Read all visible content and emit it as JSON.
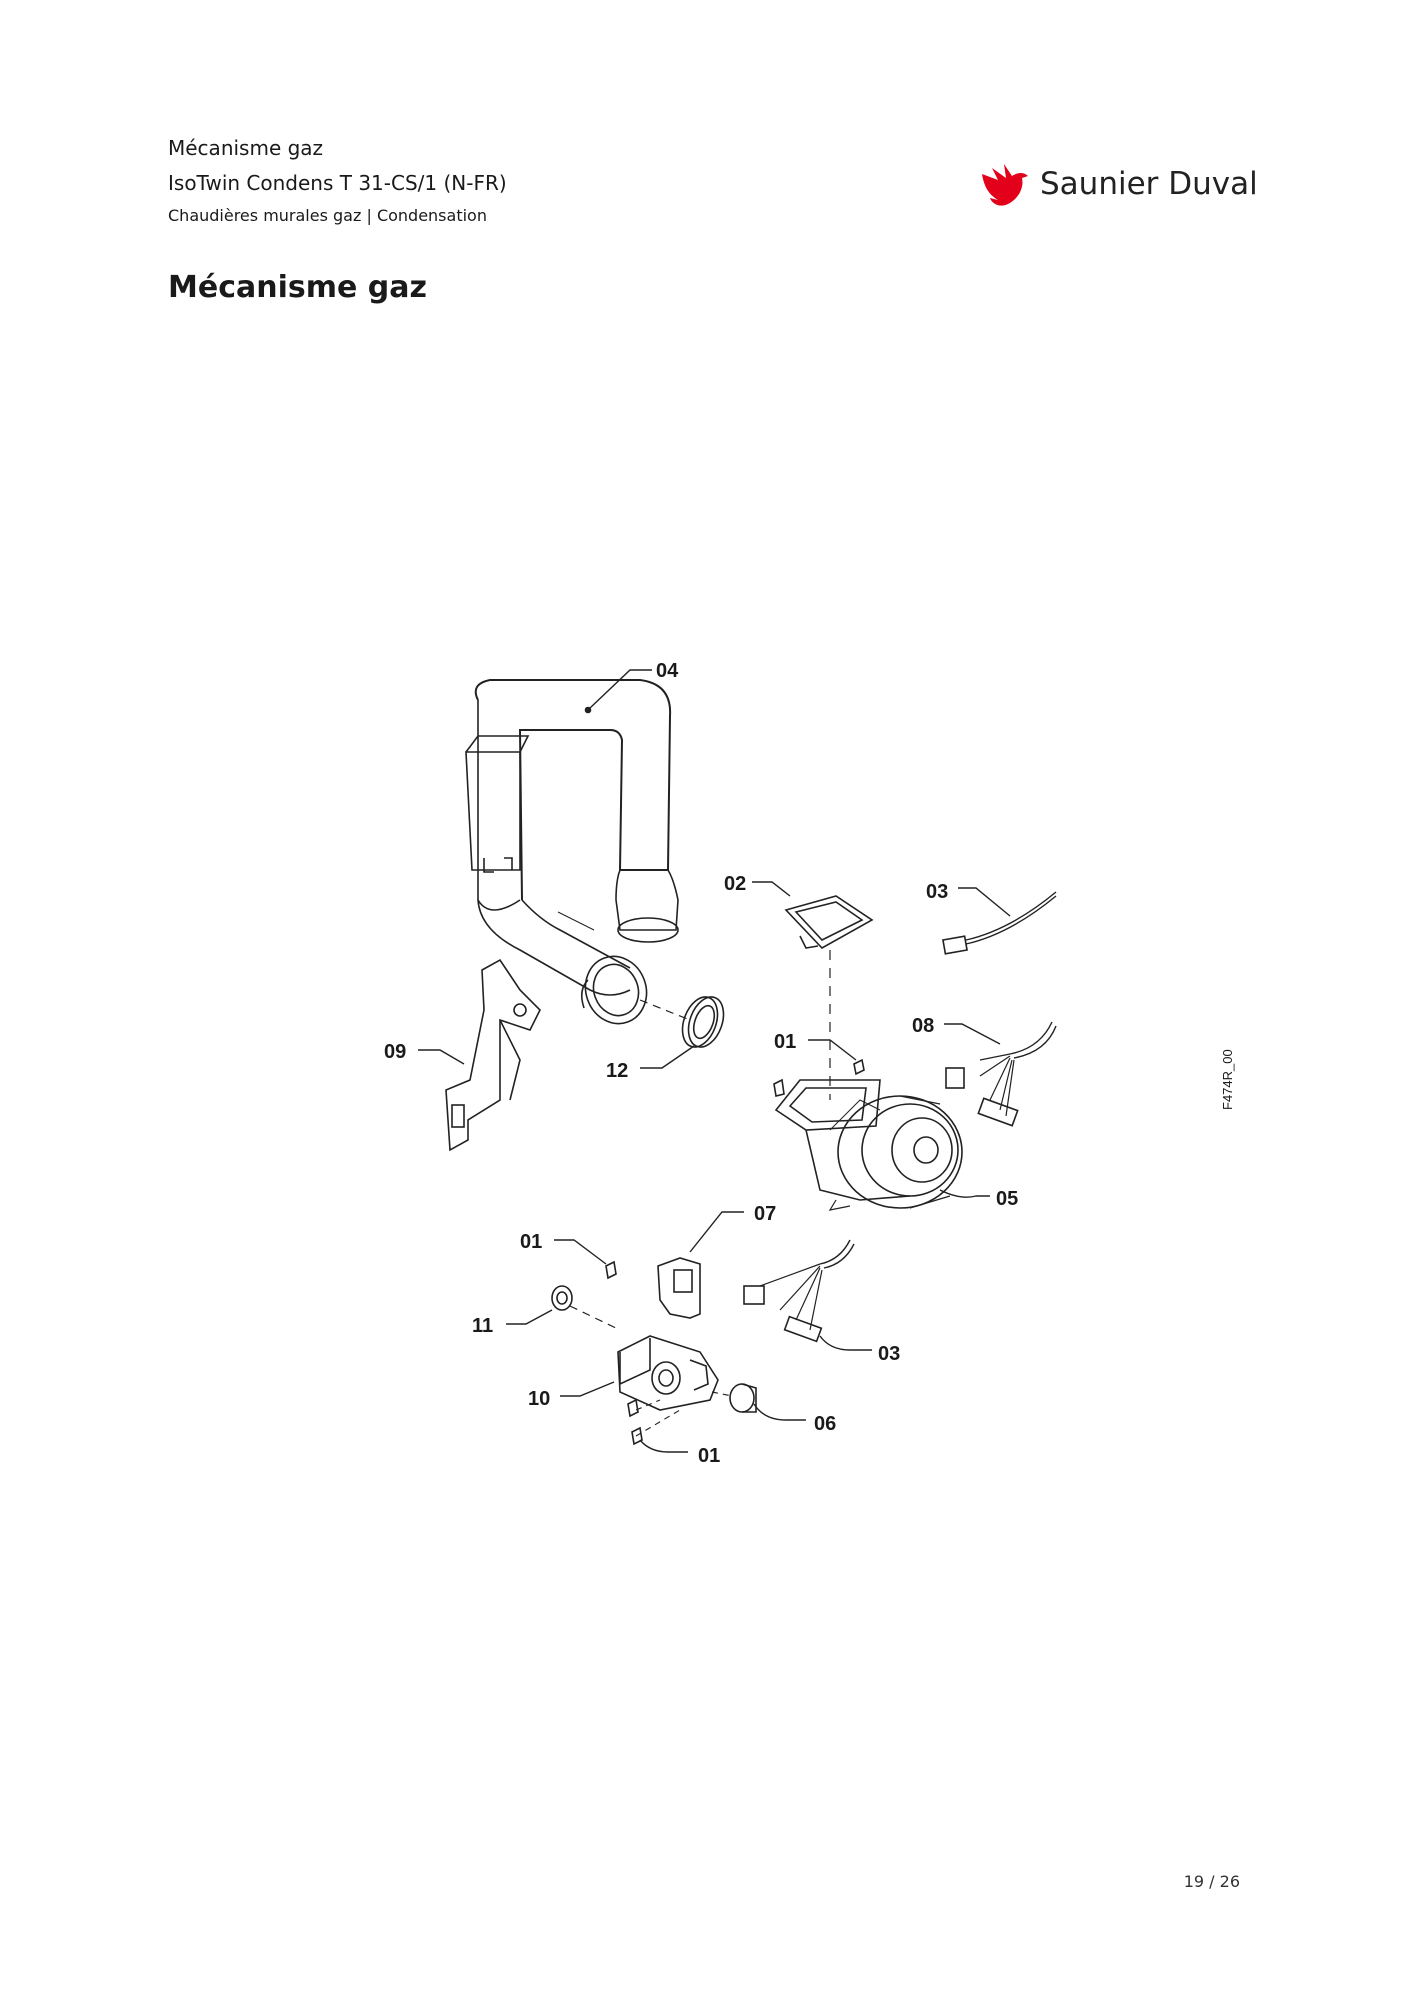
{
  "header": {
    "section": "Mécanisme gaz",
    "product": "IsoTwin Condens T 31-CS/1 (N-FR)",
    "category": "Chaudières murales gaz | Condensation"
  },
  "brand": {
    "name": "Saunier Duval",
    "logo_icon": "red-bird-icon",
    "color": "#e2001a"
  },
  "title": "Mécanisme gaz",
  "diagram": {
    "reference": "F474R_00",
    "labels": [
      {
        "id": "lbl-04",
        "text": "04"
      },
      {
        "id": "lbl-02",
        "text": "02"
      },
      {
        "id": "lbl-03a",
        "text": "03"
      },
      {
        "id": "lbl-01a",
        "text": "01"
      },
      {
        "id": "lbl-08",
        "text": "08"
      },
      {
        "id": "lbl-09",
        "text": "09"
      },
      {
        "id": "lbl-12",
        "text": "12"
      },
      {
        "id": "lbl-05",
        "text": "05"
      },
      {
        "id": "lbl-07",
        "text": "07"
      },
      {
        "id": "lbl-01b",
        "text": "01"
      },
      {
        "id": "lbl-11",
        "text": "11"
      },
      {
        "id": "lbl-03b",
        "text": "03"
      },
      {
        "id": "lbl-10",
        "text": "10"
      },
      {
        "id": "lbl-06",
        "text": "06"
      },
      {
        "id": "lbl-01c",
        "text": "01"
      }
    ]
  },
  "footer": {
    "page": "19 / 26"
  }
}
